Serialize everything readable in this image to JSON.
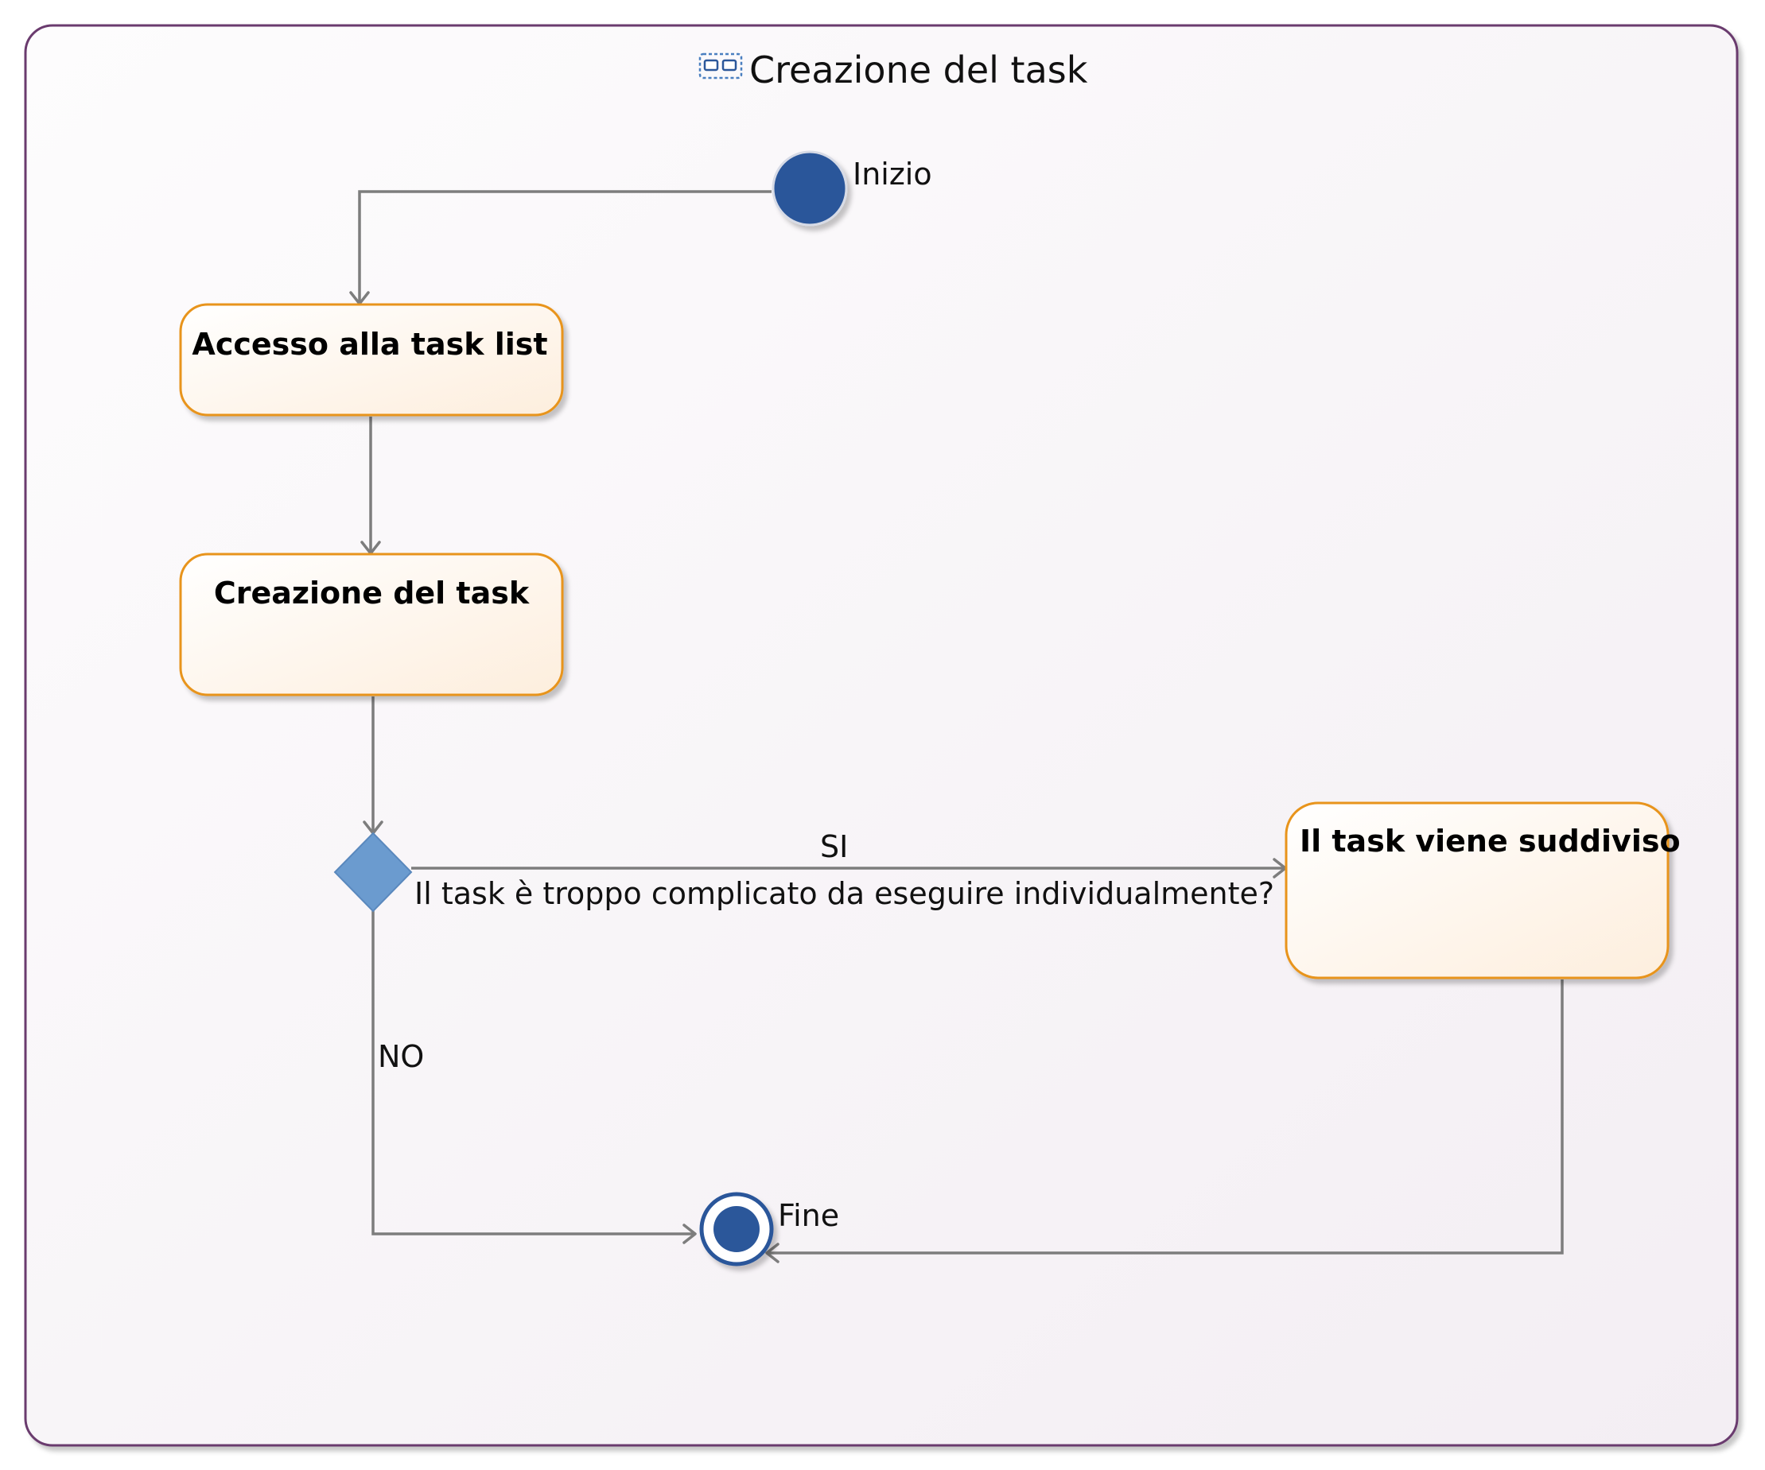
{
  "diagram": {
    "title": "Creazione del task",
    "title_icon": "activity-frame-icon",
    "colors": {
      "frame_border": "#6a3b6e",
      "activity_border": "#e8941a",
      "activity_fill_start": "#ffffff",
      "activity_fill_end": "#fdeedd",
      "node_fill": "#2b579a",
      "decision_fill": "#6b9bcf",
      "edge": "#7d7d7d"
    },
    "nodes": {
      "start": {
        "label": "Inizio"
      },
      "access": {
        "label": "Accesso alla task list"
      },
      "create": {
        "label": "Creazione del task"
      },
      "decision": {
        "label": "Il task è troppo complicato da eseguire individualmente?"
      },
      "split": {
        "label": "Il task viene suddiviso"
      },
      "end": {
        "label": "Fine"
      }
    },
    "edges": {
      "yes": {
        "label": "SI"
      },
      "no": {
        "label": "NO"
      }
    }
  }
}
